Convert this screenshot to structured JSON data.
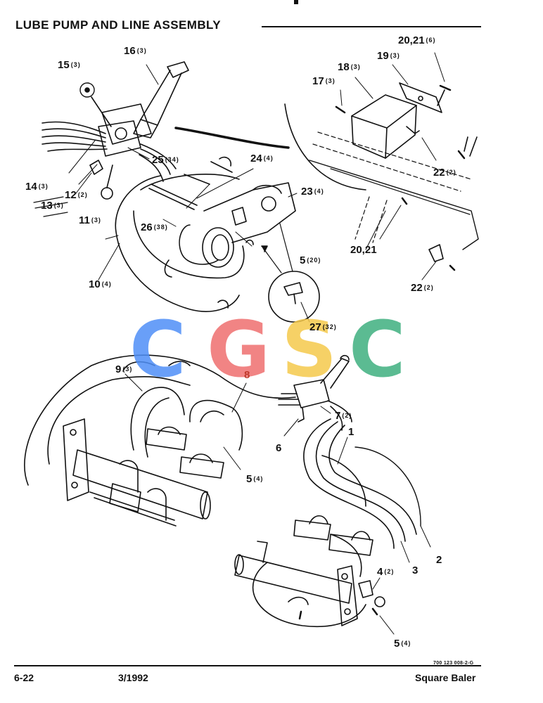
{
  "header": {
    "title": "LUBE PUMP AND LINE ASSEMBLY"
  },
  "watermark": {
    "letters": [
      "C",
      "G",
      "S",
      "C"
    ],
    "colors": [
      "#4f8ff7",
      "#ef6f6f",
      "#f5c94c",
      "#3fb07f"
    ]
  },
  "callouts": [
    {
      "id": "c15",
      "num": "15",
      "qty": "(3)"
    },
    {
      "id": "c16",
      "num": "16",
      "qty": "(3)"
    },
    {
      "id": "c2021top",
      "num": "20,21",
      "qty": "(6)"
    },
    {
      "id": "c19",
      "num": "19",
      "qty": "(3)"
    },
    {
      "id": "c18",
      "num": "18",
      "qty": "(3)"
    },
    {
      "id": "c17",
      "num": "17",
      "qty": "(3)"
    },
    {
      "id": "c25",
      "num": "25",
      "qty": "(34)"
    },
    {
      "id": "c24",
      "num": "24",
      "qty": "(4)"
    },
    {
      "id": "c22a",
      "num": "22",
      "qty": "(2)"
    },
    {
      "id": "c14",
      "num": "14",
      "qty": "(3)"
    },
    {
      "id": "c12",
      "num": "12",
      "qty": "(2)"
    },
    {
      "id": "c13",
      "num": "13",
      "qty": "(3)"
    },
    {
      "id": "c23",
      "num": "23",
      "qty": "(4)"
    },
    {
      "id": "c11",
      "num": "11",
      "qty": "(3)"
    },
    {
      "id": "c26",
      "num": "26",
      "qty": "(38)"
    },
    {
      "id": "c2021",
      "num": "20,21",
      "qty": ""
    },
    {
      "id": "c5a",
      "num": "5",
      "qty": "(20)"
    },
    {
      "id": "c10",
      "num": "10",
      "qty": "(4)"
    },
    {
      "id": "c22b",
      "num": "22",
      "qty": "(2)"
    },
    {
      "id": "c27",
      "num": "27",
      "qty": "(32)"
    },
    {
      "id": "c9",
      "num": "9",
      "qty": "(3)"
    },
    {
      "id": "c8",
      "num": "8",
      "qty": ""
    },
    {
      "id": "c7",
      "num": "7",
      "qty": "(2)"
    },
    {
      "id": "c1",
      "num": "1",
      "qty": ""
    },
    {
      "id": "c6",
      "num": "6",
      "qty": ""
    },
    {
      "id": "c5b",
      "num": "5",
      "qty": "(4)"
    },
    {
      "id": "c2",
      "num": "2",
      "qty": ""
    },
    {
      "id": "c4",
      "num": "4",
      "qty": "(2)"
    },
    {
      "id": "c3",
      "num": "3",
      "qty": ""
    },
    {
      "id": "c5c",
      "num": "5",
      "qty": "(4)"
    }
  ],
  "footer": {
    "page": "6-22",
    "date": "3/1992",
    "doc_number": "700 123 008-2-G",
    "product": "Square Baler"
  }
}
